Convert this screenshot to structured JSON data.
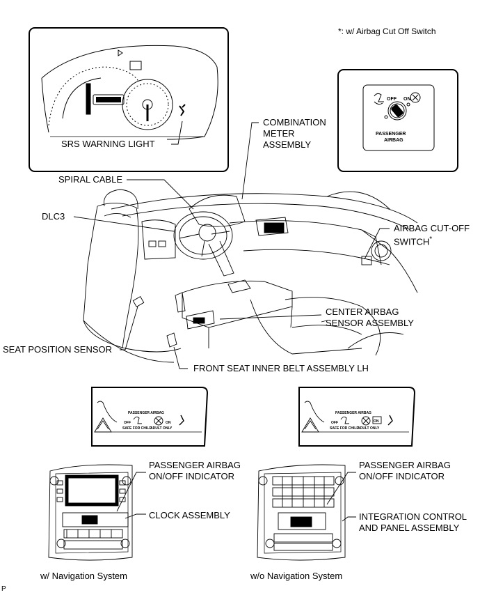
{
  "note": "*: w/ Airbag Cut Off Switch",
  "labels": {
    "srs_warning_light": "SRS WARNING LIGHT",
    "combination_meter_l1": "COMBINATION",
    "combination_meter_l2": "METER",
    "combination_meter_l3": "ASSEMBLY",
    "spiral_cable": "SPIRAL CABLE",
    "dlc3": "DLC3",
    "airbag_cutoff_l1": "AIRBAG CUT-OFF",
    "airbag_cutoff_l2": "SWITCH",
    "airbag_cutoff_mark": "*",
    "center_airbag_l1": "CENTER AIRBAG",
    "center_airbag_l2": "SENSOR ASSEMBLY",
    "seat_position_sensor": "SEAT POSITION SENSOR",
    "front_seat_belt": "FRONT SEAT INNER BELT ASSEMBLY LH",
    "indicator_left_l1": "PASSENGER AIRBAG",
    "indicator_left_l2": "ON/OFF INDICATOR",
    "clock_assembly": "CLOCK ASSEMBLY",
    "indicator_right_l1": "PASSENGER AIRBAG",
    "indicator_right_l2": "ON/OFF INDICATOR",
    "integration_l1": "INTEGRATION CONTROL",
    "integration_l2": "AND PANEL ASSEMBLY"
  },
  "switch_inset": {
    "off": "OFF",
    "on": "ON",
    "title_l1": "PASSENGER",
    "title_l2": "AIRBAG"
  },
  "indicator_inset": {
    "heading": "PASSENGER AIRBAG",
    "off": "OFF",
    "on": "ON",
    "safe": "SAFE FOR CHILD",
    "adult": "ADULT ONLY"
  },
  "captions": {
    "with_nav": "w/ Navigation System",
    "without_nav": "w/o Navigation System"
  },
  "corner_mark": "P",
  "colors": {
    "line": "#000000",
    "background": "#ffffff"
  }
}
